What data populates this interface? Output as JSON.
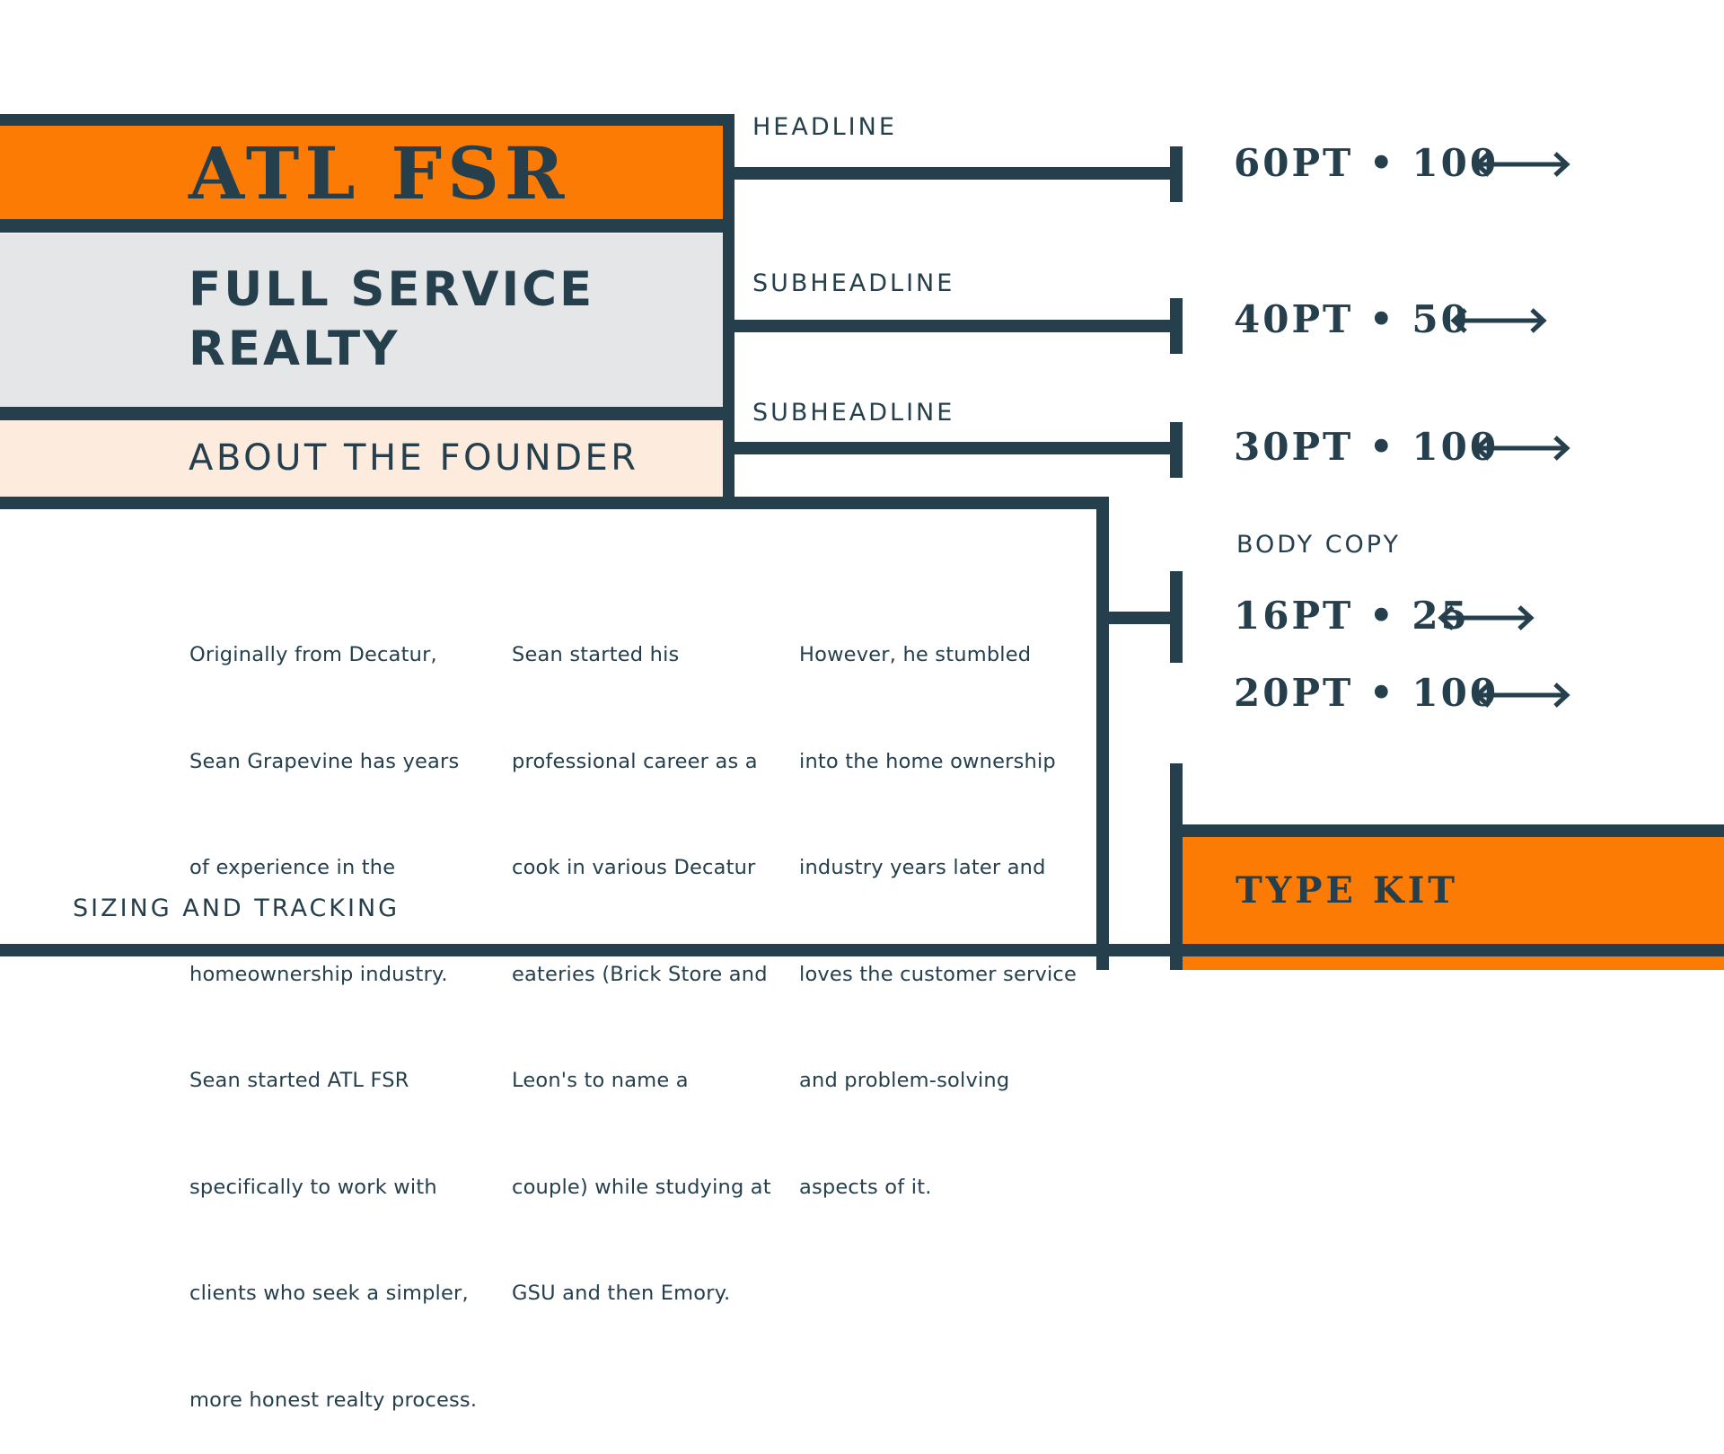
{
  "brand": {
    "name": "ATL FSR"
  },
  "subheadline": {
    "line1": "FULL SERVICE",
    "line2": "REALTY"
  },
  "section": {
    "title": "ABOUT THE FOUNDER"
  },
  "body": {
    "col1": [
      "Originally from Decatur,",
      "Sean Grapevine has years",
      "of experience in the",
      "homeownership industry.",
      "Sean started ATL FSR",
      "specifically to work with",
      "clients who seek a simpler,",
      "more honest realty process."
    ],
    "col2": [
      "Sean started his",
      "professional career as a",
      "cook in various Decatur",
      "eateries (Brick Store and",
      "Leon's to name a",
      "couple) while studying at",
      "GSU and then Emory."
    ],
    "col3": [
      "However, he stumbled",
      "into the home ownership",
      "industry years later and",
      "loves the customer service",
      "and problem-solving",
      "aspects of it."
    ]
  },
  "labels": {
    "headline": "HEADLINE",
    "subheadline_1": "SUBHEADLINE",
    "subheadline_2": "SUBHEADLINE",
    "body_copy": "BODY COPY",
    "sizing": "SIZING AND TRACKING"
  },
  "specs": {
    "headline": "60PT • 100",
    "subheadline_1": "40PT • 50",
    "subheadline_2": "30PT • 100",
    "body_1": "16PT • 25",
    "body_2": "20PT • 100"
  },
  "type_kit": {
    "label": "TYPE KIT"
  },
  "colors": {
    "navy": "#253f4c",
    "orange": "#fb7b05",
    "light_gray": "#e4e6e8",
    "cream": "#fdebde"
  },
  "icons": [
    "double-arrow-icon"
  ]
}
